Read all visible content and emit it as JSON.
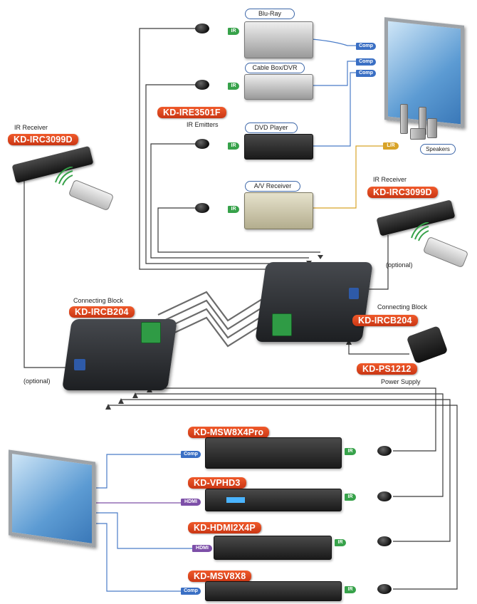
{
  "sources": {
    "bluray": "Blu-Ray",
    "cable": "Cable Box/DVR",
    "dvd": "DVD Player",
    "avr": "A/V Receiver"
  },
  "emitter_model": "KD-IRE3501F",
  "emitter_caption": "IR Emitters",
  "receiver_caption": "IR Receiver",
  "receiver_left_model": "KD-IRC3099D",
  "receiver_right_model": "KD-IRC3099D",
  "optional_right": "(optional)",
  "optional_left": "(optional)",
  "block_caption": "Connecting Block",
  "block_left_model": "KD-IRCB204",
  "block_right_model": "KD-IRCB204",
  "psu_model": "KD-PS1212",
  "psu_caption": "Power Supply",
  "speakers_label": "Speakers",
  "badges": {
    "ir": "IR",
    "comp": "Comp",
    "hdmi": "HDMI",
    "lr": "L/R"
  },
  "products": {
    "p1": "KD-MSW8X4Pro",
    "p2": "KD-VPHD3",
    "p3": "KD-HDMI2X4P",
    "p4": "KD-MSV8X8"
  },
  "colors": {
    "accent_orange": "#e4461f",
    "wire_dark": "#3a3a3a",
    "wire_blue": "#4a7cc8",
    "wire_gold": "#d8a328",
    "ir_green": "#37a24a",
    "hdmi_purple": "#7d4fa8"
  }
}
